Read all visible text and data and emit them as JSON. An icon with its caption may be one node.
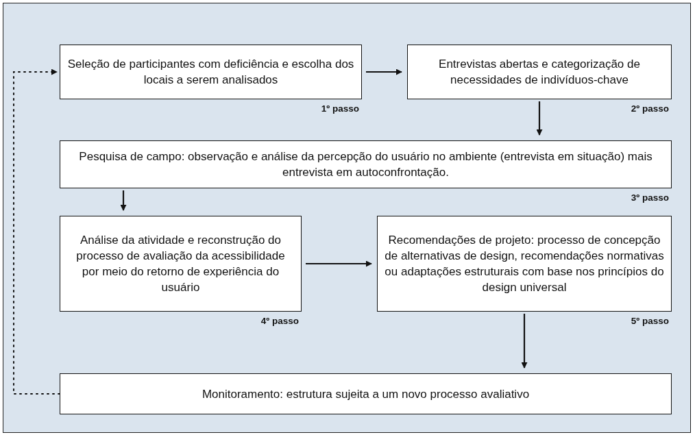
{
  "diagram": {
    "nodes": [
      {
        "text": [
          "Seleção de participantes com deficiência e escolha dos locais a serem analisados"
        ],
        "beside": [
          "1º passo"
        ]
      },
      {
        "text": [
          "Entrevistas abertas e categorização de necessidades de indivíduos-chave"
        ],
        "beside": [
          "2º passo"
        ]
      },
      {
        "text": [
          "Pesquisa de campo: observação e análise da percepção do usuário no ambiente (entrevista em situação) mais entrevista em autoconfrontação."
        ],
        "beside": [
          "3º passo"
        ]
      },
      {
        "text": [
          "Análise da atividade e reconstrução do processo de avaliação da acessibilidade por meio do retorno de experiência do usuário"
        ],
        "beside": [
          "4º passo"
        ]
      },
      {
        "text": [
          "Recomendações de projeto: processo de concepção de alternativas de design, recomendações normativas ou adaptações estruturais com base nos princípios do design universal"
        ],
        "beside": [
          "5º passo"
        ]
      },
      {
        "text": [
          "Monitoramento: estrutura sujeita a um novo processo avaliativo"
        ]
      }
    ],
    "edges": [
      {
        "from": 0,
        "to": 1,
        "arrow": "to"
      },
      {
        "from": 1,
        "to": 2,
        "arrow": "to"
      },
      {
        "from": 2,
        "to": 3,
        "arrow": "to"
      },
      {
        "from": 3,
        "to": 4,
        "arrow": "to"
      },
      {
        "from": 4,
        "to": 5,
        "arrow": "to"
      },
      {
        "from": 5,
        "to": 0,
        "arrow": "to",
        "style": "dashed"
      }
    ]
  }
}
